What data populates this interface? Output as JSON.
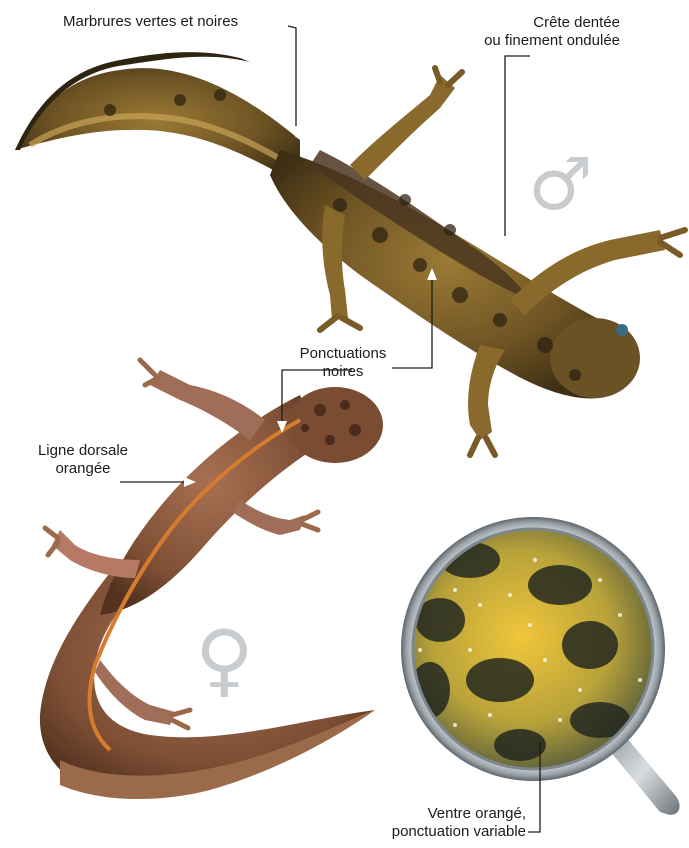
{
  "labels": {
    "marbrures": "Marbrures vertes et noires",
    "crete_line1": "Crête dentée",
    "crete_line2": "ou finement ondulée",
    "ponctuations_line1": "Ponctuations",
    "ponctuations_line2": "noires",
    "ligne_line1": "Ligne dorsale",
    "ligne_line2": "orangée",
    "ventre_line1": "Ventre orangé,",
    "ventre_line2": "ponctuation variable"
  },
  "symbols": {
    "male": "♂",
    "female": "♀"
  },
  "colors": {
    "male_body": "#7a5a28",
    "male_spots": "#2e2412",
    "female_body": "#8a5a3a",
    "dorsal_line": "#d77b2e",
    "belly_yellow": "#e2b528",
    "symbol_gray": "#c9cccf"
  }
}
